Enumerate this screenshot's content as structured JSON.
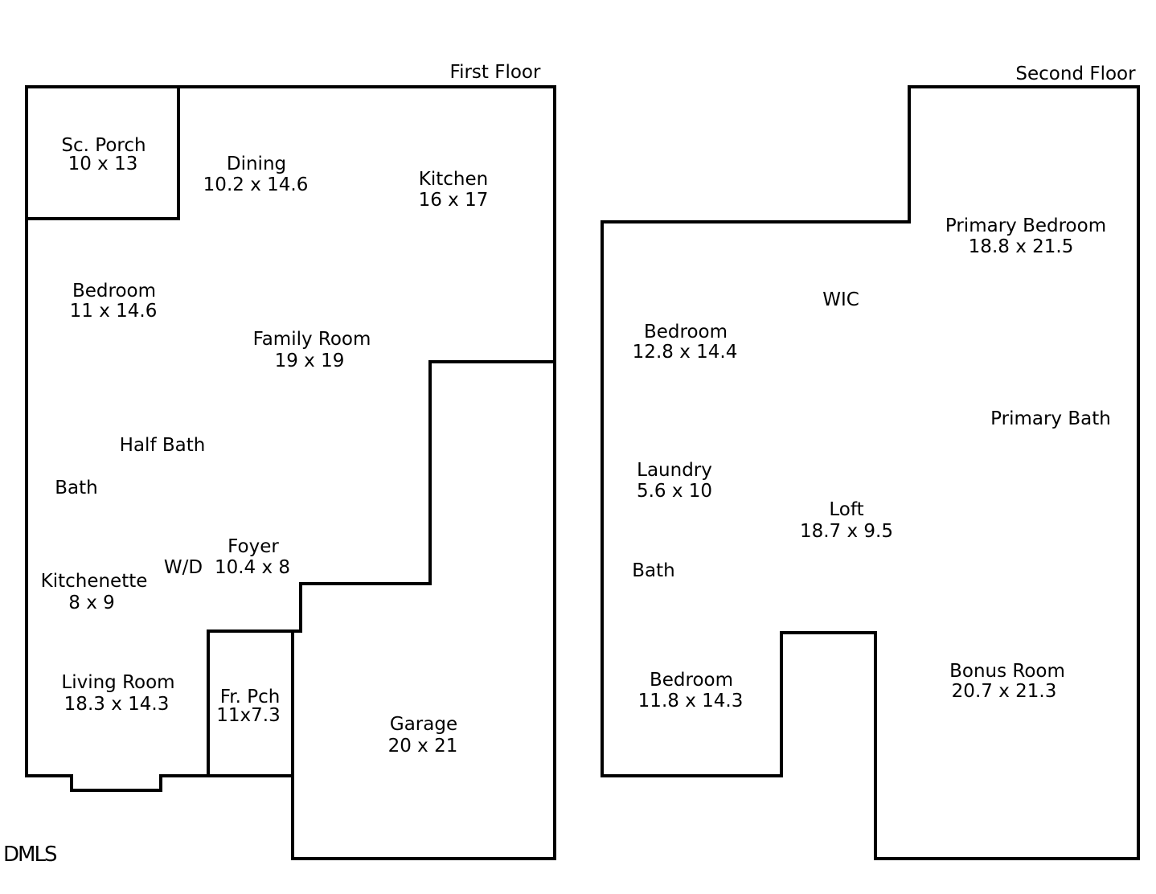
{
  "floors": {
    "first": {
      "title": "First Floor",
      "rooms": {
        "sc_porch": {
          "name": "Sc. Porch",
          "dims": "10 x 13"
        },
        "dining": {
          "name": "Dining",
          "dims": "10.2 x 14.6"
        },
        "kitchen": {
          "name": "Kitchen",
          "dims": "16 x 17"
        },
        "bedroom": {
          "name": "Bedroom",
          "dims": "11 x 14.6"
        },
        "family_room": {
          "name": "Family Room",
          "dims": "19 x 19"
        },
        "half_bath": {
          "name": "Half Bath"
        },
        "bath": {
          "name": "Bath"
        },
        "foyer": {
          "name": "Foyer",
          "dims": "10.4 x 8"
        },
        "wd": {
          "name": "W/D"
        },
        "kitchenette": {
          "name": "Kitchenette",
          "dims": "8 x 9"
        },
        "living_room": {
          "name": "Living Room",
          "dims": "18.3 x 14.3"
        },
        "fr_pch": {
          "name": "Fr. Pch",
          "dims": "11x7.3"
        },
        "garage": {
          "name": "Garage",
          "dims": "20 x 21"
        }
      }
    },
    "second": {
      "title": "Second Floor",
      "rooms": {
        "primary_bedroom": {
          "name": "Primary Bedroom",
          "dims": "18.8 x 21.5"
        },
        "wic": {
          "name": "WIC"
        },
        "bedroom_a": {
          "name": "Bedroom",
          "dims": "12.8 x 14.4"
        },
        "primary_bath": {
          "name": "Primary Bath"
        },
        "laundry": {
          "name": "Laundry",
          "dims": "5.6 x 10"
        },
        "loft": {
          "name": "Loft",
          "dims": "18.7 x 9.5"
        },
        "bath": {
          "name": "Bath"
        },
        "bedroom_b": {
          "name": "Bedroom",
          "dims": "11.8 x 14.3"
        },
        "bonus_room": {
          "name": "Bonus Room",
          "dims": "20.7 x 21.3"
        }
      }
    }
  },
  "watermark": "DMLS"
}
